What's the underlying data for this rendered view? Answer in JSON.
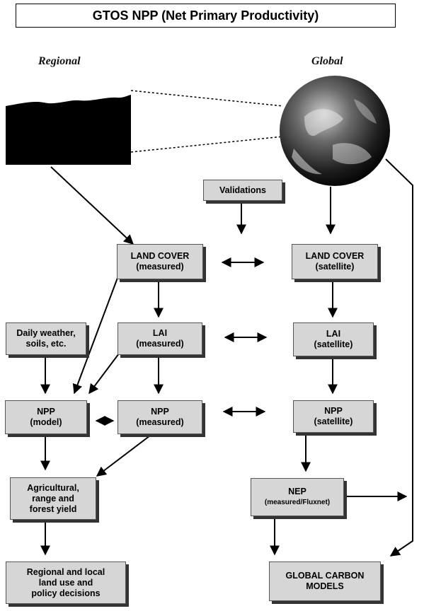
{
  "title": "GTOS NPP (Net Primary Productivity)",
  "labels": {
    "regional": "Regional",
    "global": "Global"
  },
  "boxes": {
    "validations": "Validations",
    "land_cover_measured": {
      "line1": "LAND COVER",
      "line2": "(measured)"
    },
    "land_cover_satellite": {
      "line1": "LAND COVER",
      "line2": "(satellite)"
    },
    "daily_weather": {
      "line1": "Daily weather,",
      "line2": "soils, etc."
    },
    "lai_measured": {
      "line1": "LAI",
      "line2": "(measured)"
    },
    "lai_satellite": {
      "line1": "LAI",
      "line2": "(satellite)"
    },
    "npp_model": {
      "line1": "NPP",
      "line2": "(model)"
    },
    "npp_measured": {
      "line1": "NPP",
      "line2": "(measured)"
    },
    "npp_satellite": {
      "line1": "NPP",
      "line2": "(satellite)"
    },
    "agricultural": {
      "line1": "Agricultural,",
      "line2": "range and",
      "line3": "forest yield"
    },
    "nep": {
      "line1": "NEP",
      "line2": "(measured/Fluxnet)"
    },
    "regional_local": {
      "line1": "Regional and local",
      "line2": "land use and",
      "line3": "policy decisions"
    },
    "global_carbon": {
      "line1": "GLOBAL CARBON",
      "line2": "MODELS"
    }
  },
  "colors": {
    "box_fill": "#d6d6d6",
    "line": "#000000"
  }
}
